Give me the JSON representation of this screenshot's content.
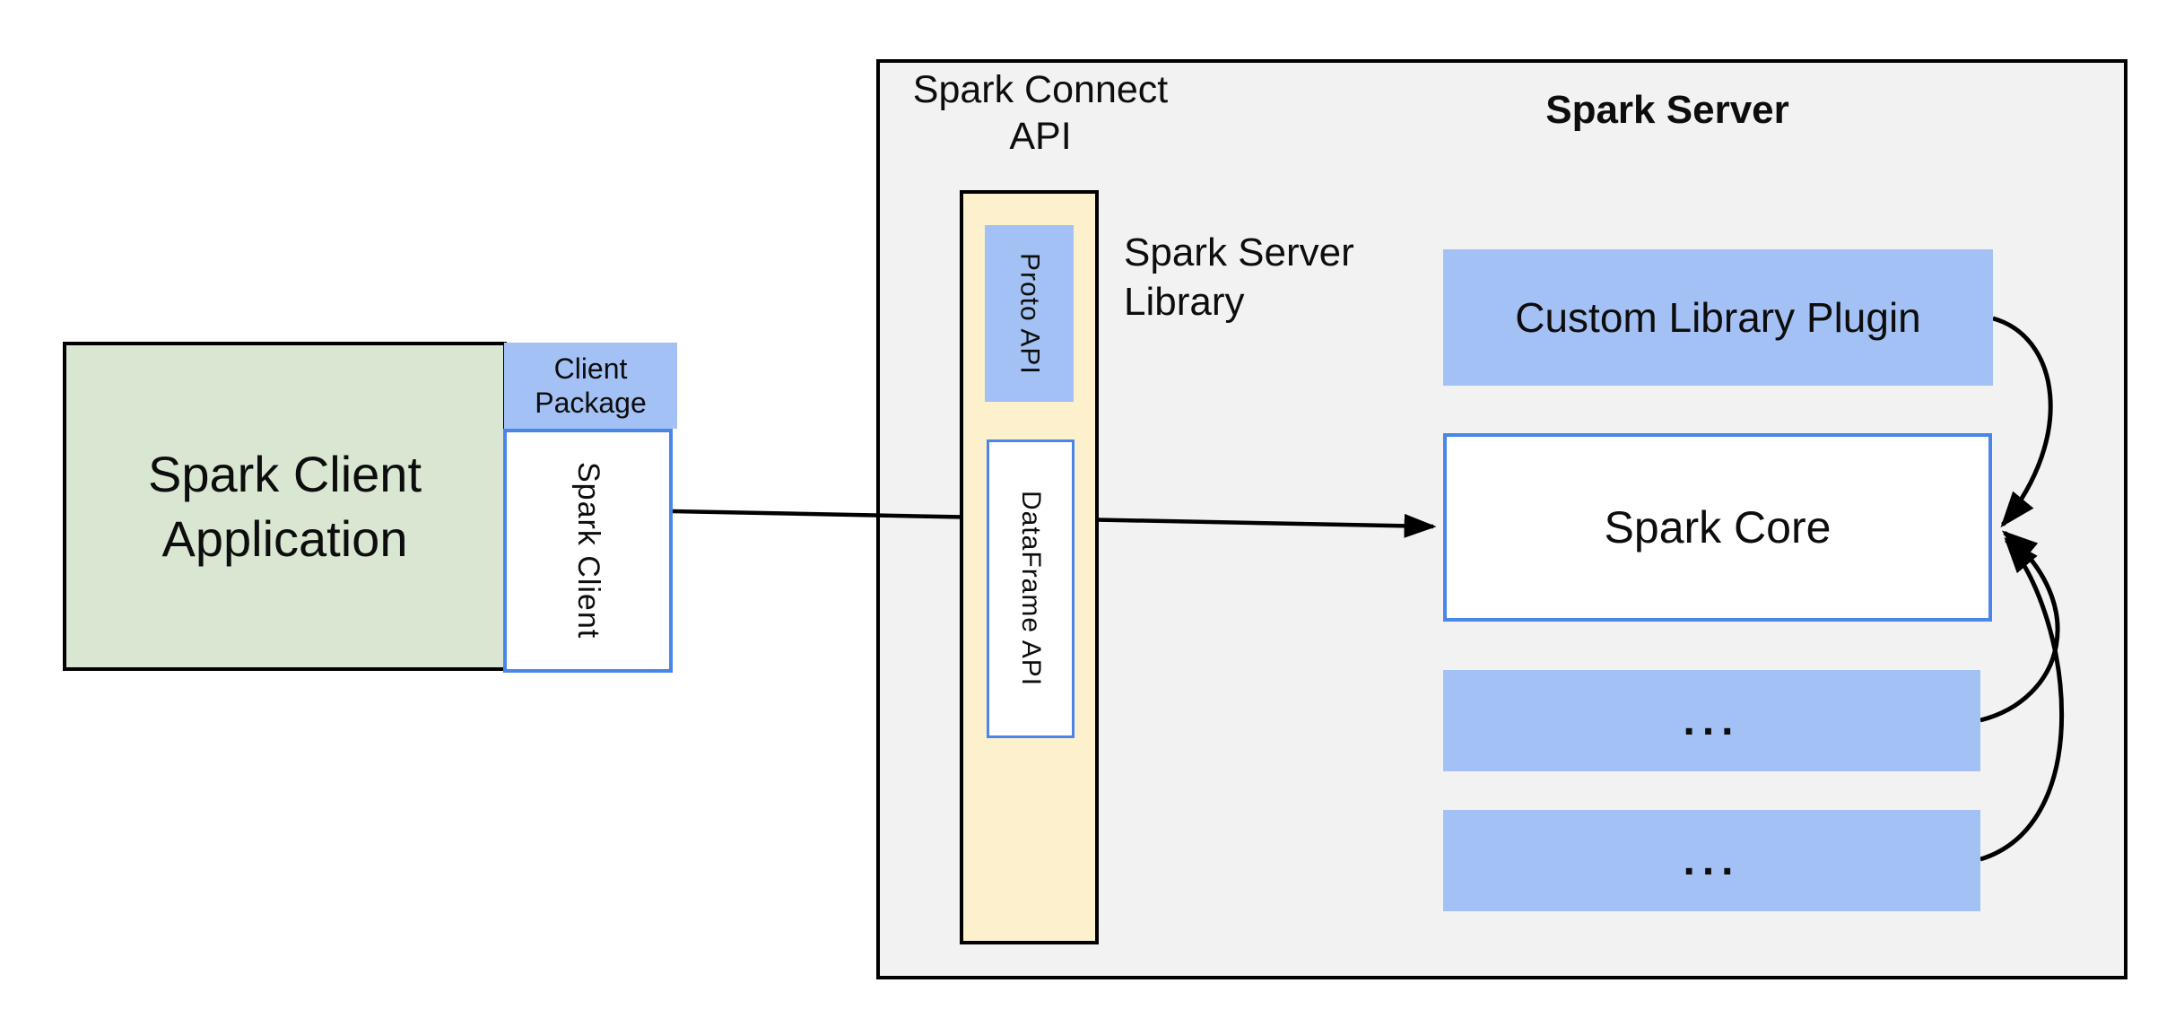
{
  "colors": {
    "canvas-bg": "#ffffff",
    "container-bg": "#f2f2f2",
    "container-border": "#000000",
    "green-fill": "#d9e7d2",
    "blue-fill": "#a3c1f4",
    "yellow-fill": "#fdf0cd",
    "white-fill": "#ffffff",
    "blue-border": "#4a86e8",
    "arrow-color": "#000000",
    "text-color": "#0d0d0d"
  },
  "client": {
    "app": {
      "line1": "Spark Client",
      "line2": "Application"
    },
    "package": {
      "line1": "Client",
      "line2": "Package"
    },
    "spark_client_label": "Spark Client"
  },
  "connect": {
    "api_label": {
      "line1": "Spark Connect",
      "line2": "API"
    },
    "proto_api_label": "Proto API",
    "dataframe_api_label": "DataFrame API",
    "server_library_label": {
      "line1": "Spark Server",
      "line2": "Library"
    }
  },
  "server": {
    "title": "Spark Server",
    "custom_plugin_label": "Custom Library Plugin",
    "spark_core_label": "Spark Core",
    "ellipsis_box1": "...",
    "ellipsis_box2": "..."
  }
}
